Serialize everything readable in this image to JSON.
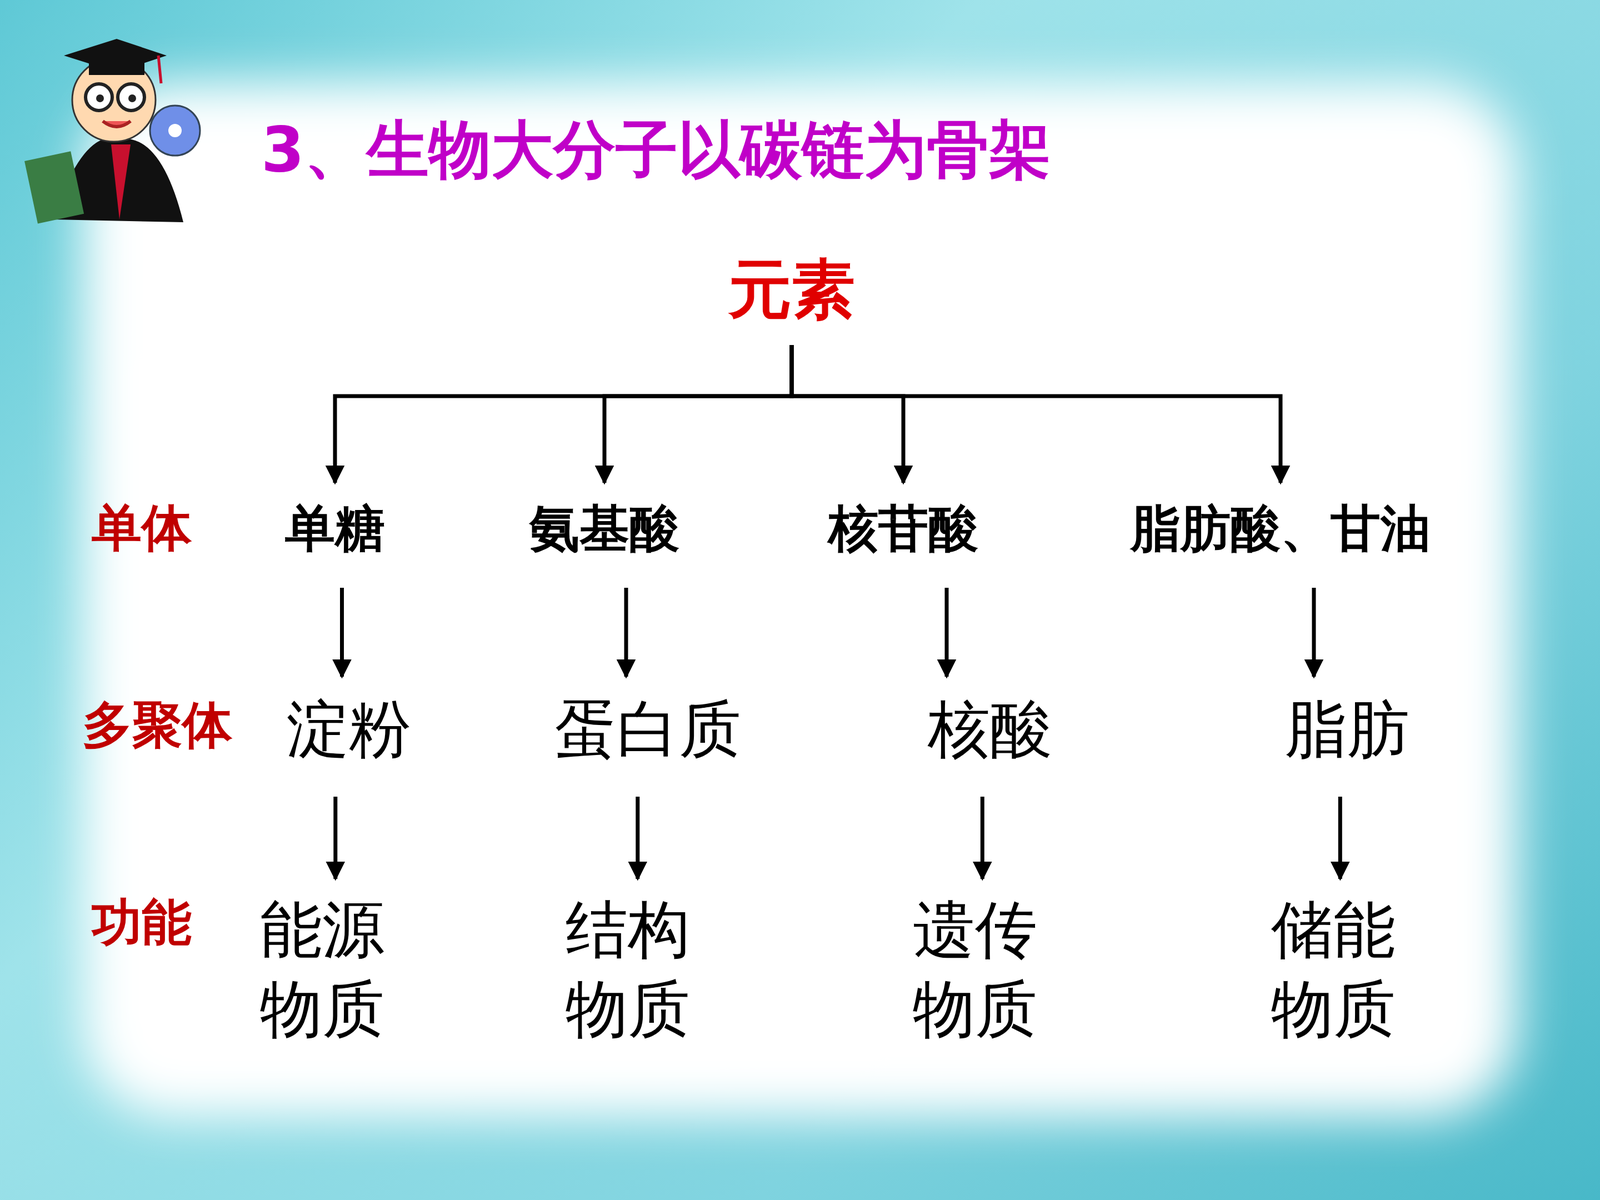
{
  "diagram": {
    "title": "3、生物大分子以碳链为骨架",
    "nodes": [
      {
        "text": [
          "元素"
        ]
      },
      {
        "text": [
          "单糖"
        ]
      },
      {
        "text": [
          "氨基酸"
        ]
      },
      {
        "text": [
          "核苷酸"
        ]
      },
      {
        "text": [
          "脂肪酸、甘油"
        ]
      },
      {
        "text": [
          "淀粉"
        ]
      },
      {
        "text": [
          "蛋白质"
        ]
      },
      {
        "text": [
          "核酸"
        ]
      },
      {
        "text": [
          "脂肪"
        ]
      },
      {
        "text": [
          "能源 物质"
        ]
      },
      {
        "text": [
          "结构 物质"
        ]
      },
      {
        "text": [
          "遗传 物质"
        ]
      },
      {
        "text": [
          "储能 物质"
        ]
      }
    ],
    "edges": [
      {
        "from": 0,
        "to": 1,
        "arrow": "to"
      },
      {
        "from": 0,
        "to": 2,
        "arrow": "to"
      },
      {
        "from": 0,
        "to": 3,
        "arrow": "to"
      },
      {
        "from": 0,
        "to": 4,
        "arrow": "to"
      },
      {
        "from": 1,
        "to": 5,
        "arrow": "to"
      },
      {
        "from": 2,
        "to": 6,
        "arrow": "to"
      },
      {
        "from": 3,
        "to": 7,
        "arrow": "to"
      },
      {
        "from": 4,
        "to": 8,
        "arrow": "to"
      },
      {
        "from": 5,
        "to": 9,
        "arrow": "to"
      },
      {
        "from": 6,
        "to": 10,
        "arrow": "to"
      },
      {
        "from": 7,
        "to": 11,
        "arrow": "to"
      },
      {
        "from": 8,
        "to": 12,
        "arrow": "to"
      }
    ],
    "labels": [
      "单体",
      "多聚体",
      "功能"
    ]
  }
}
